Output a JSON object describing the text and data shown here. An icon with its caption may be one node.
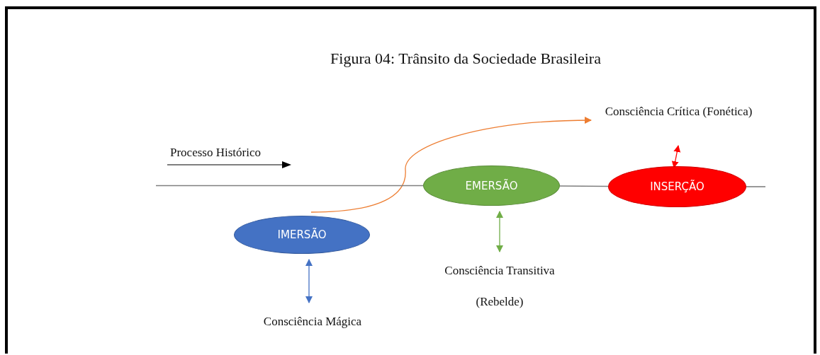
{
  "diagram": {
    "title": "Figura 04: Trânsito da Sociedade Brasileira",
    "nodes": [
      {
        "text": [
          "IMERSÃO"
        ]
      },
      {
        "text": [
          "EMERSÃO"
        ]
      },
      {
        "text": [
          "INSERÇÃO"
        ]
      },
      {
        "text": [
          "Consciência Mágica"
        ]
      },
      {
        "text": [
          "Consciência Transitiva",
          "(Rebelde)"
        ]
      },
      {
        "text": [
          "Consciência Crítica (Fonética)"
        ]
      }
    ],
    "edges": [
      {
        "from": 0,
        "to": 3,
        "arrow": "both",
        "color": "#4472c4"
      },
      {
        "from": 1,
        "to": 4,
        "arrow": "both",
        "color": "#70ad47"
      },
      {
        "from": 2,
        "to": 5,
        "arrow": "both",
        "color": "#ff0000"
      },
      {
        "from": 0,
        "to": 5,
        "arrow": "to",
        "color": "#ed7d31"
      },
      {
        "from": null,
        "to": 1,
        "arrow": "none",
        "color": "#7f7f7f"
      },
      {
        "from": 1,
        "to": 2,
        "arrow": "none",
        "color": "#7f7f7f"
      },
      {
        "from": 2,
        "to": null,
        "arrow": "none",
        "color": "#7f7f7f"
      }
    ],
    "labels": [
      "Processo Histórico"
    ]
  }
}
